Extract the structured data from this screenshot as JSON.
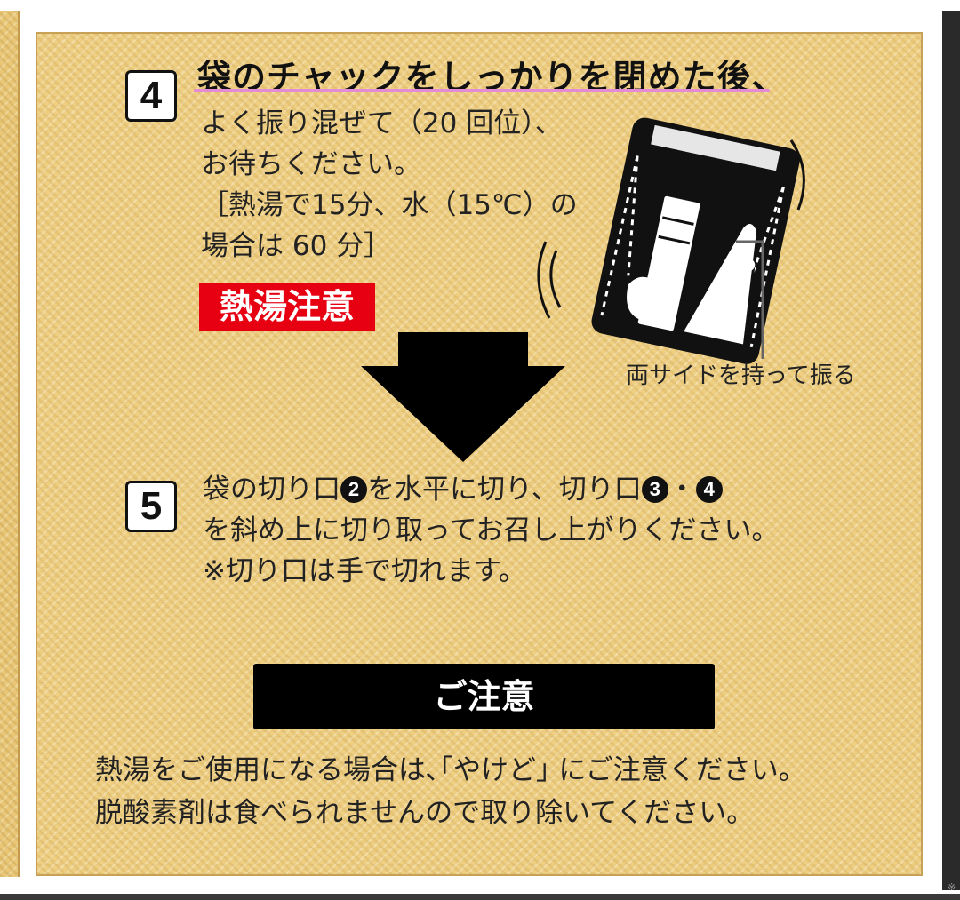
{
  "step4": {
    "number": "4",
    "heading": "袋のチャックをしっかりを閉めた後、",
    "lines": [
      "よく振り混ぜて（20 回位）、",
      "お待ちください。",
      "［熱湯で15分、水（15℃）の",
      "場合は 60 分］"
    ],
    "warning": "熱湯注意",
    "figure_caption": "両サイドを持って振る"
  },
  "step5": {
    "number": "5",
    "line1_a": "袋の切り口",
    "cut2": "2",
    "line1_b": "を水平に切り、切り口",
    "cut3": "3",
    "dot": "・",
    "cut4": "4",
    "line2": "を斜め上に切り取ってお召し上がりください。",
    "line3": "※切り口は手で切れます。"
  },
  "notice": {
    "title": "ご注意",
    "lines": [
      "熱湯をご使用になる場合は､｢やけど｣ にご注意ください。",
      "脱酸素剤は食べられませんので取り除いてください。"
    ]
  },
  "page_mark": "※",
  "colors": {
    "panel_background": "#efcf82",
    "warning_red": "#e60012",
    "underline_pink": "#e38bd4",
    "notice_black": "#000000"
  },
  "icons": [
    "shaking-bag-icon",
    "down-arrow-icon"
  ]
}
